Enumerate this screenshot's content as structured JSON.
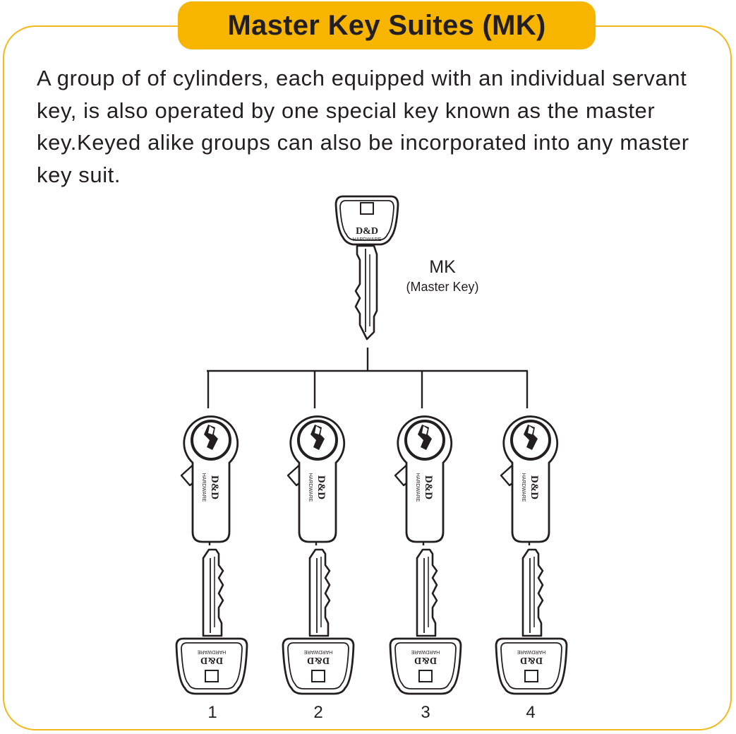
{
  "title": "Master Key Suites (MK)",
  "description": "A group of of cylinders, each equipped with an individual servant key, is also operated by one special key known as the master key.Keyed alike groups can also be incorporated into any master key suit.",
  "master_key": {
    "label": "MK",
    "sublabel": "(Master Key)",
    "brand": "D&D",
    "brand_sub": "HARDWARE"
  },
  "cylinders": [
    {
      "number": "1",
      "brand": "D&D",
      "brand_sub": "HARDWARE"
    },
    {
      "number": "2",
      "brand": "D&D",
      "brand_sub": "HARDWARE"
    },
    {
      "number": "3",
      "brand": "D&D",
      "brand_sub": "HARDWARE"
    },
    {
      "number": "4",
      "brand": "D&D",
      "brand_sub": "HARDWARE"
    }
  ],
  "colors": {
    "accent": "#f7b500",
    "frame": "#f4b81c",
    "ink": "#231f20"
  }
}
